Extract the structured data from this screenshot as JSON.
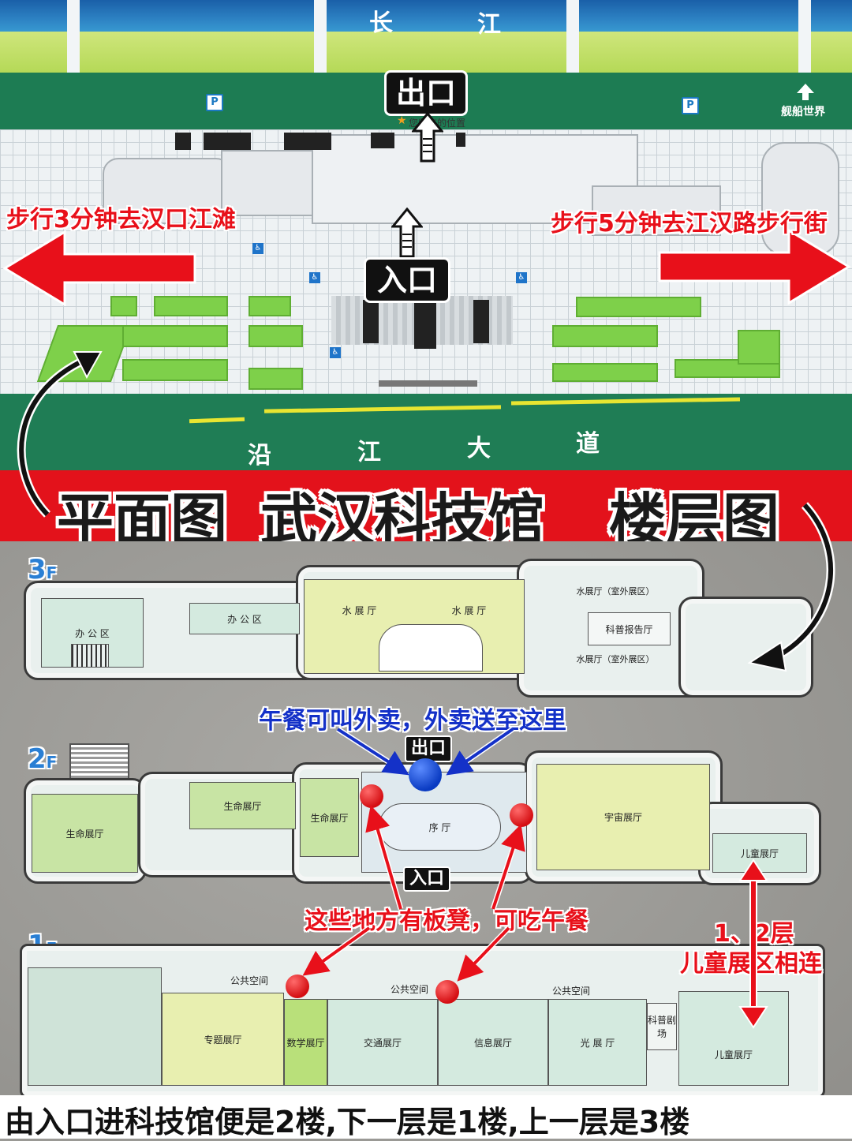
{
  "sitemap": {
    "river_label_1": "长",
    "river_label_2": "江",
    "exit_label": "出口",
    "entrance_label": "入口",
    "you_are_here": "您所在的位置",
    "ship_world": "舰船世界",
    "parking": "P",
    "walk_left": "步行3分钟去汉口江滩",
    "walk_right": "步行5分钟去江汉路步行街",
    "road_chars": [
      "沿",
      "江",
      "大",
      "道"
    ]
  },
  "banner": {
    "left": "平面图",
    "middle": "武汉科技馆",
    "right": "楼层图"
  },
  "floor3": {
    "label": "3",
    "label_suffix": "F",
    "rooms": {
      "office_1": "办 公 区",
      "office_2": "办 公 区",
      "water_1": "水 展 厅",
      "water_2": "水 展 厅",
      "water_outdoor_1": "水展厅（室外展区）",
      "science_hall": "科普报告厅",
      "water_outdoor_2": "水展厅（室外展区）"
    }
  },
  "floor2": {
    "label": "2",
    "label_suffix": "F",
    "exit": "出口",
    "entrance": "入口",
    "rooms": {
      "life_1": "生命展厅",
      "life_2": "生命展厅",
      "life_3": "生命展厅",
      "lobby": "序 厅",
      "universe": "宇宙展厅",
      "children": "儿童展厅"
    },
    "note_blue": "午餐可叫外卖，外卖送至这里",
    "note_red": "这些地方有板凳，可吃午餐",
    "note_link_line1": "1、2层",
    "note_link_line2": "儿童展区相连"
  },
  "floor1": {
    "label": "1",
    "label_suffix": "F",
    "rooms": {
      "public_1": "公共空间",
      "public_2": "公共空间",
      "public_3": "公共空间",
      "special": "专题展厅",
      "math": "数学展厅",
      "traffic": "交通展厅",
      "info": "信息展厅",
      "light": "光 展 厅",
      "theater": "科普剧场",
      "children": "儿童展厅"
    }
  },
  "footer": {
    "text": "由入口进科技馆便是2楼,下一层是1楼,上一层是3楼"
  },
  "colors": {
    "banner_red": "#e3121b",
    "arrow_red": "#e8101a",
    "floor_blue": "#2a7fd4",
    "note_blue": "#1431c8",
    "grass_green": "#7ed04a",
    "road_green": "#1e7a52"
  }
}
